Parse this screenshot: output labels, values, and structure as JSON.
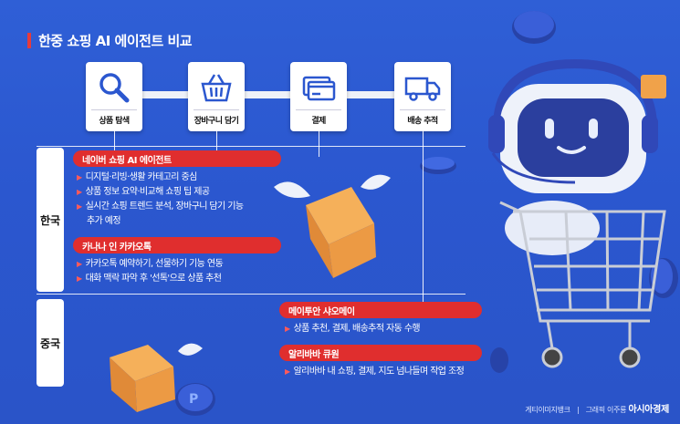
{
  "title": "한중 쇼핑 AI 에이전트 비교",
  "steps": [
    {
      "label": "상품 탐색",
      "icon": "magnifier-icon"
    },
    {
      "label": "장바구니 담기",
      "icon": "shopping-basket-icon"
    },
    {
      "label": "결제",
      "icon": "payment-card-icon"
    },
    {
      "label": "배송 추적",
      "icon": "delivery-truck-icon"
    }
  ],
  "korea": {
    "label": "한국",
    "services": [
      {
        "name": "네이버 쇼핑 AI 에이전트",
        "features": [
          "디지털·리빙·생활 카테고리 중심",
          "상품 정보 요약·비교해 쇼핑 팁 제공",
          "실시간 쇼핑 트렌드 분석, 장바구니 담기 기능",
          "추가 예정"
        ]
      },
      {
        "name": "카나나 인 카카오톡",
        "features": [
          "카카오톡 예약하기, 선물하기 기능 연동",
          "대화 맥락 파악 후 '선톡'으로 상품 추천"
        ]
      }
    ]
  },
  "china": {
    "label": "중국",
    "services": [
      {
        "name": "메이투안 샤오메이",
        "features": [
          "상품 추천, 결제, 배송추적 자동 수행"
        ]
      },
      {
        "name": "알리바바 큐원",
        "features": [
          "알리바바 내 쇼핑, 결제, 지도 넘나들며 작업 조정"
        ]
      }
    ]
  },
  "credit": {
    "source": "게티이미지뱅크",
    "separator": "|",
    "graphic": "그래픽 이주룡",
    "publisher": "아시아경제"
  },
  "colors": {
    "background": "#2f5fd6",
    "accent": "#e02e2e",
    "card": "#ffffff"
  }
}
